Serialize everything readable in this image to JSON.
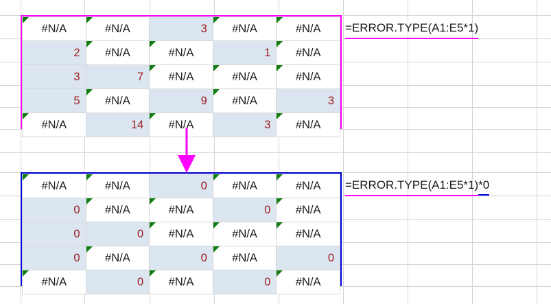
{
  "app": {
    "type": "spreadsheet",
    "colors": {
      "selection_top_border": "#ff00ff",
      "selection_bottom_border": "#0000d8",
      "number_cell_fill": "#dce6f1",
      "number_text": "#9c1a1a",
      "error_indicator_triangle": "#107c10",
      "gridline": "#d4d4d4",
      "formula_text": "#1a1a1a"
    }
  },
  "grid": {
    "column_lines_x": [
      30,
      123,
      218,
      312,
      406,
      500,
      594,
      688,
      782
    ],
    "row_lines_y": [
      22,
      56,
      90,
      124,
      156,
      188,
      222,
      251,
      285,
      319,
      353,
      385,
      417
    ]
  },
  "blocks": [
    {
      "id": "top",
      "name": "error-type-result-range",
      "border_color": "#ff00ff",
      "columns": 5,
      "rows": 5,
      "cells": [
        [
          {
            "v": "#N/A",
            "t": "error"
          },
          {
            "v": "#N/A",
            "t": "error"
          },
          {
            "v": "3",
            "t": "number"
          },
          {
            "v": "#N/A",
            "t": "error"
          },
          {
            "v": "#N/A",
            "t": "error"
          }
        ],
        [
          {
            "v": "2",
            "t": "number"
          },
          {
            "v": "#N/A",
            "t": "error"
          },
          {
            "v": "#N/A",
            "t": "error"
          },
          {
            "v": "1",
            "t": "number"
          },
          {
            "v": "#N/A",
            "t": "error"
          }
        ],
        [
          {
            "v": "3",
            "t": "number"
          },
          {
            "v": "7",
            "t": "number"
          },
          {
            "v": "#N/A",
            "t": "error"
          },
          {
            "v": "#N/A",
            "t": "error"
          },
          {
            "v": "#N/A",
            "t": "error"
          }
        ],
        [
          {
            "v": "5",
            "t": "number"
          },
          {
            "v": "#N/A",
            "t": "error"
          },
          {
            "v": "9",
            "t": "number"
          },
          {
            "v": "#N/A",
            "t": "error"
          },
          {
            "v": "3",
            "t": "number"
          }
        ],
        [
          {
            "v": "#N/A",
            "t": "error"
          },
          {
            "v": "14",
            "t": "number"
          },
          {
            "v": "#N/A",
            "t": "error"
          },
          {
            "v": "3",
            "t": "number"
          },
          {
            "v": "#N/A",
            "t": "error"
          }
        ]
      ]
    },
    {
      "id": "bottom",
      "name": "error-type-times-zero-range",
      "border_color": "#0000d8",
      "columns": 5,
      "rows": 5,
      "cells": [
        [
          {
            "v": "#N/A",
            "t": "error"
          },
          {
            "v": "#N/A",
            "t": "error"
          },
          {
            "v": "0",
            "t": "number"
          },
          {
            "v": "#N/A",
            "t": "error"
          },
          {
            "v": "#N/A",
            "t": "error"
          }
        ],
        [
          {
            "v": "0",
            "t": "number"
          },
          {
            "v": "#N/A",
            "t": "error"
          },
          {
            "v": "#N/A",
            "t": "error"
          },
          {
            "v": "0",
            "t": "number"
          },
          {
            "v": "#N/A",
            "t": "error"
          }
        ],
        [
          {
            "v": "0",
            "t": "number"
          },
          {
            "v": "0",
            "t": "number"
          },
          {
            "v": "#N/A",
            "t": "error"
          },
          {
            "v": "#N/A",
            "t": "error"
          },
          {
            "v": "#N/A",
            "t": "error"
          }
        ],
        [
          {
            "v": "0",
            "t": "number"
          },
          {
            "v": "#N/A",
            "t": "error"
          },
          {
            "v": "0",
            "t": "number"
          },
          {
            "v": "#N/A",
            "t": "error"
          },
          {
            "v": "0",
            "t": "number"
          }
        ],
        [
          {
            "v": "#N/A",
            "t": "error"
          },
          {
            "v": "0",
            "t": "number"
          },
          {
            "v": "#N/A",
            "t": "error"
          },
          {
            "v": "0",
            "t": "number"
          },
          {
            "v": "#N/A",
            "t": "error"
          }
        ]
      ]
    }
  ],
  "formulas": {
    "top": {
      "full": "=ERROR.TYPE(A1:E5*1)",
      "segment_underlined_magenta": "=ERROR.TYPE(A1:E5*1)",
      "segment_underlined_blue": ""
    },
    "bottom": {
      "full": "=ERROR.TYPE(A1:E5*1)*0",
      "segment_underlined_magenta": "=ERROR.TYPE(A1:E5*1)",
      "segment_underlined_blue": "*0"
    }
  },
  "annotations": {
    "arrow": {
      "name": "down-arrow",
      "color": "#ff00ff",
      "direction": "down",
      "from_block": "top",
      "to_block": "bottom"
    }
  }
}
